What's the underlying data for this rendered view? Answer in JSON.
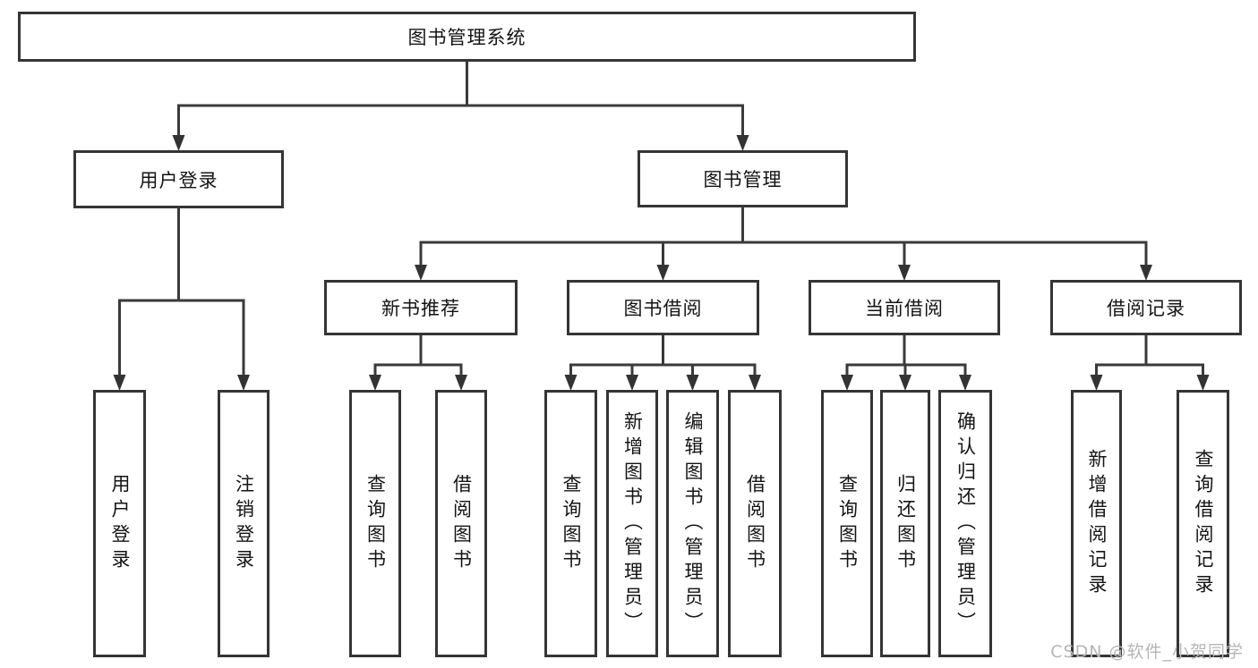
{
  "diagram": {
    "title": "图书管理系统",
    "colors": {
      "line": "#3a3a3a",
      "border": "#353535",
      "text": "#141414",
      "background": "#ffffff",
      "watermark": "#b6b6b6"
    },
    "tree": {
      "root": "图书管理系统",
      "children": [
        {
          "label": "用户登录",
          "children": [
            {
              "label": "用户登录"
            },
            {
              "label": "注销登录"
            }
          ]
        },
        {
          "label": "图书管理",
          "children": [
            {
              "label": "新书推荐",
              "children": [
                {
                  "label": "查询图书"
                },
                {
                  "label": "借阅图书"
                }
              ]
            },
            {
              "label": "图书借阅",
              "children": [
                {
                  "label": "查询图书"
                },
                {
                  "label": "新增图书（管理员）"
                },
                {
                  "label": "编辑图书（管理员）"
                },
                {
                  "label": "借阅图书"
                }
              ]
            },
            {
              "label": "当前借阅",
              "children": [
                {
                  "label": "查询图书"
                },
                {
                  "label": "归还图书"
                },
                {
                  "label": "确认归还（管理员）"
                }
              ]
            },
            {
              "label": "借阅记录",
              "children": [
                {
                  "label": "新增借阅记录"
                },
                {
                  "label": "查询借阅记录"
                }
              ]
            }
          ]
        }
      ]
    }
  },
  "watermark": {
    "text": "CSDN @软件_小贺同学"
  }
}
